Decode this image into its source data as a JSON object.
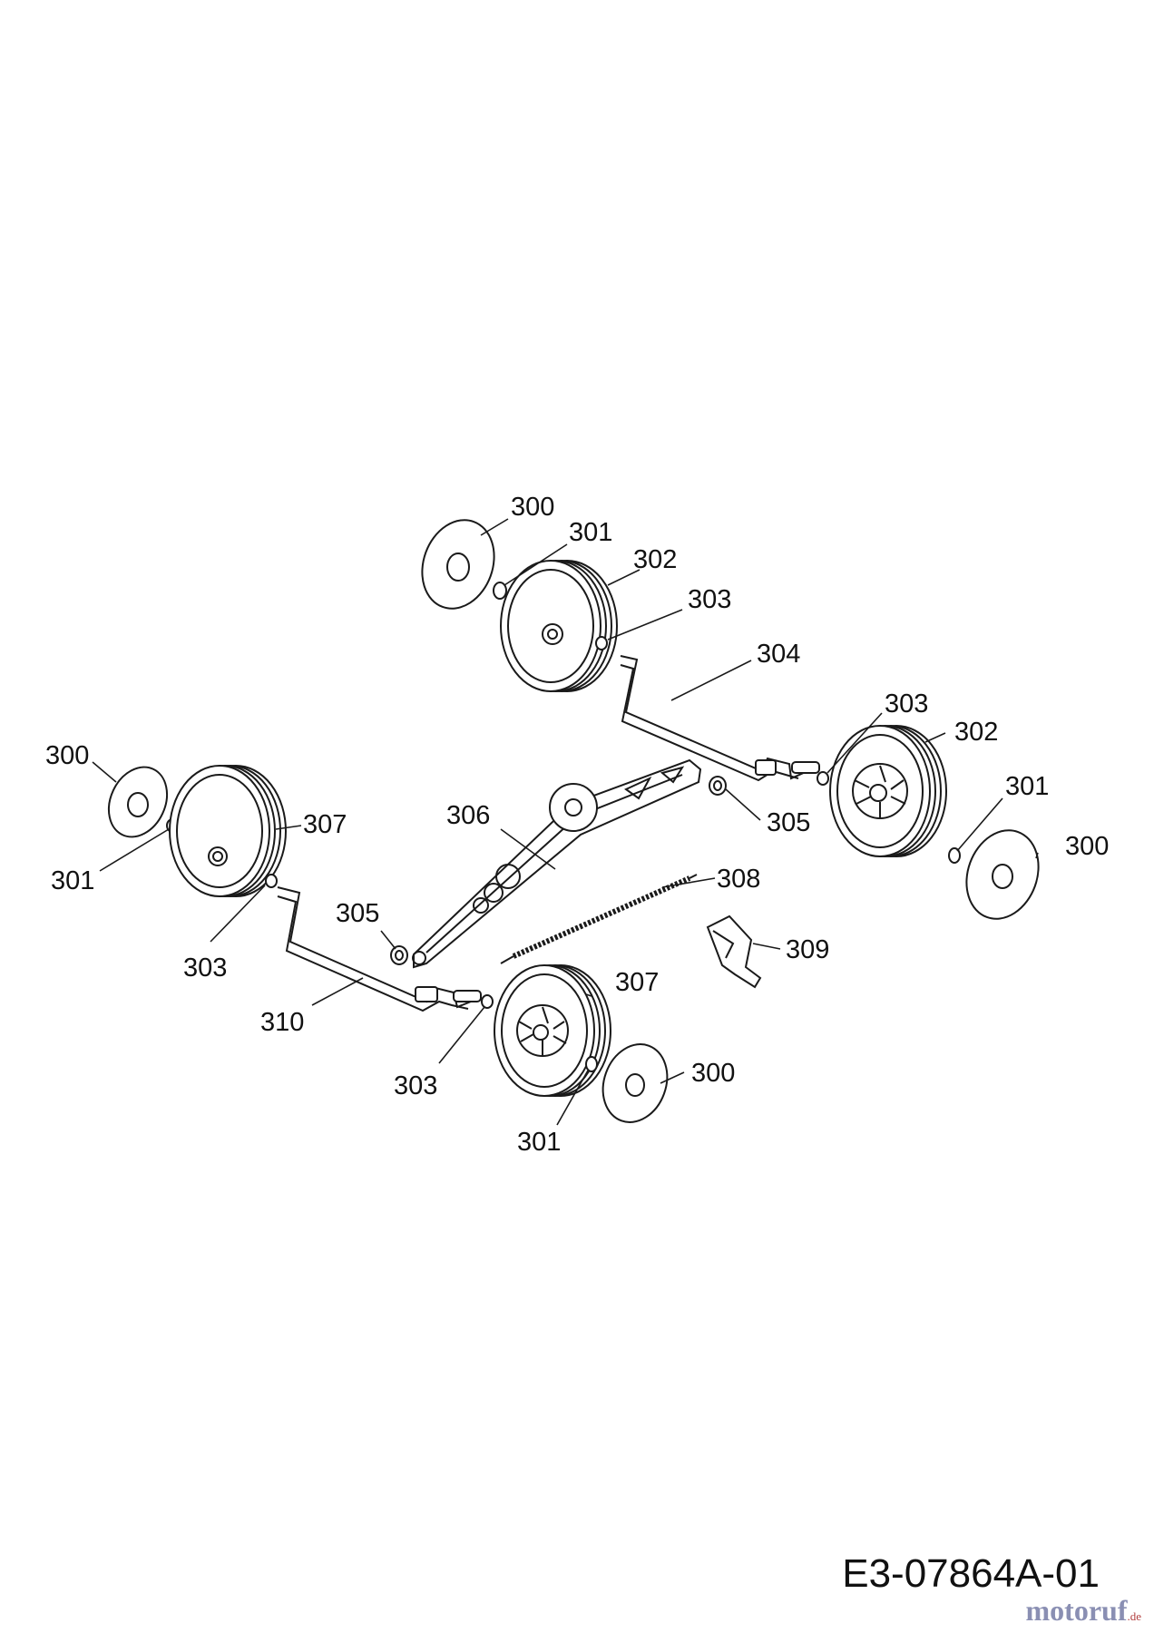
{
  "diagram_id": "E3-07864A-01",
  "watermark": "motoruf",
  "watermark_suffix": ".de",
  "callouts": {
    "c300a": "300",
    "c301a": "301",
    "c302a": "302",
    "c303a": "303",
    "c304": "304",
    "c303b": "303",
    "c302b": "302",
    "c301b": "301",
    "c300b": "300",
    "c305a": "305",
    "c306": "306",
    "c308": "308",
    "c309": "309",
    "c300c": "300",
    "c301c": "301",
    "c307a": "307",
    "c303c": "303",
    "c305b": "305",
    "c310": "310",
    "c307b": "307",
    "c303d": "303",
    "c300d": "300",
    "c301d": "301"
  }
}
